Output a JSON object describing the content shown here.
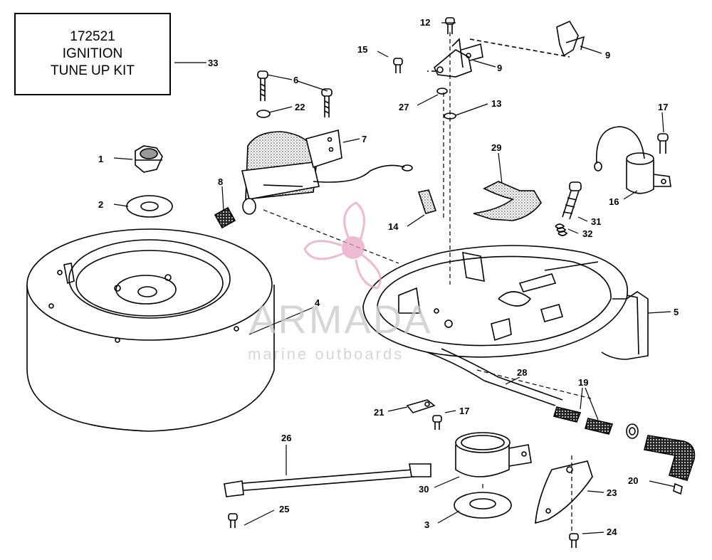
{
  "kit_box": {
    "line1": "172521",
    "line2": "IGNITION",
    "line3": "TUNE UP KIT"
  },
  "watermark": {
    "name": "ARMADA",
    "tagline": "marine outboards",
    "color": "#e9a3c4"
  },
  "callouts": [
    "33",
    "12",
    "15",
    "9",
    "9",
    "6",
    "22",
    "27",
    "13",
    "17",
    "7",
    "1",
    "2",
    "29",
    "8",
    "16",
    "31",
    "14",
    "32",
    "4",
    "5",
    "28",
    "19",
    "21",
    "17",
    "26",
    "30",
    "20",
    "23",
    "25",
    "3",
    "24"
  ],
  "colors": {
    "ink": "#000000",
    "stipple": "#555555",
    "watermark_text": "#c9c9c9"
  }
}
